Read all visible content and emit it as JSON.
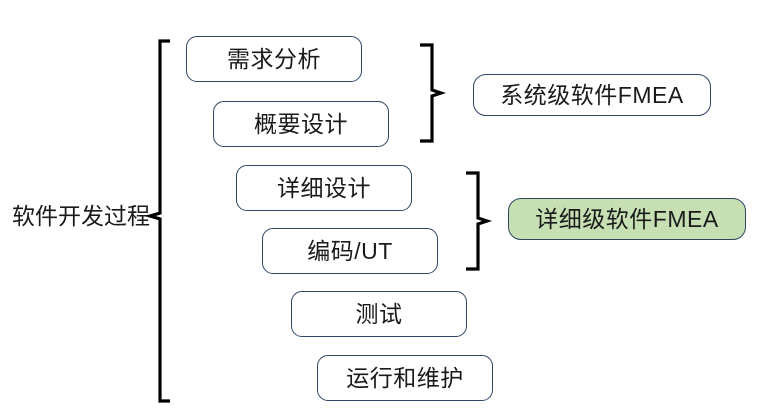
{
  "diagram": {
    "title_label": "软件开发过程",
    "process_boxes": [
      {
        "id": "requirements-analysis",
        "label": "需求分析"
      },
      {
        "id": "outline-design",
        "label": "概要设计"
      },
      {
        "id": "detailed-design",
        "label": "详细设计"
      },
      {
        "id": "coding-ut",
        "label": "编码/UT"
      },
      {
        "id": "testing",
        "label": "测试"
      },
      {
        "id": "operation-maintenance",
        "label": "运行和维护"
      }
    ],
    "fmea_boxes": [
      {
        "id": "system-level-fmea",
        "label": "系统级软件FMEA"
      },
      {
        "id": "detailed-level-fmea",
        "label": "详细级软件FMEA"
      }
    ],
    "braces": [
      {
        "id": "process-brace",
        "direction": "left-facing"
      },
      {
        "id": "system-group-brace",
        "direction": "right-facing"
      },
      {
        "id": "detailed-group-brace",
        "direction": "right-facing"
      }
    ],
    "colors": {
      "box_border": "#2e4664",
      "box_fill": "#ffffff",
      "highlight_fill": "#c6e0b4",
      "text": "#1a1a1a",
      "brace_stroke": "#000000",
      "background": "#ffffff"
    }
  }
}
